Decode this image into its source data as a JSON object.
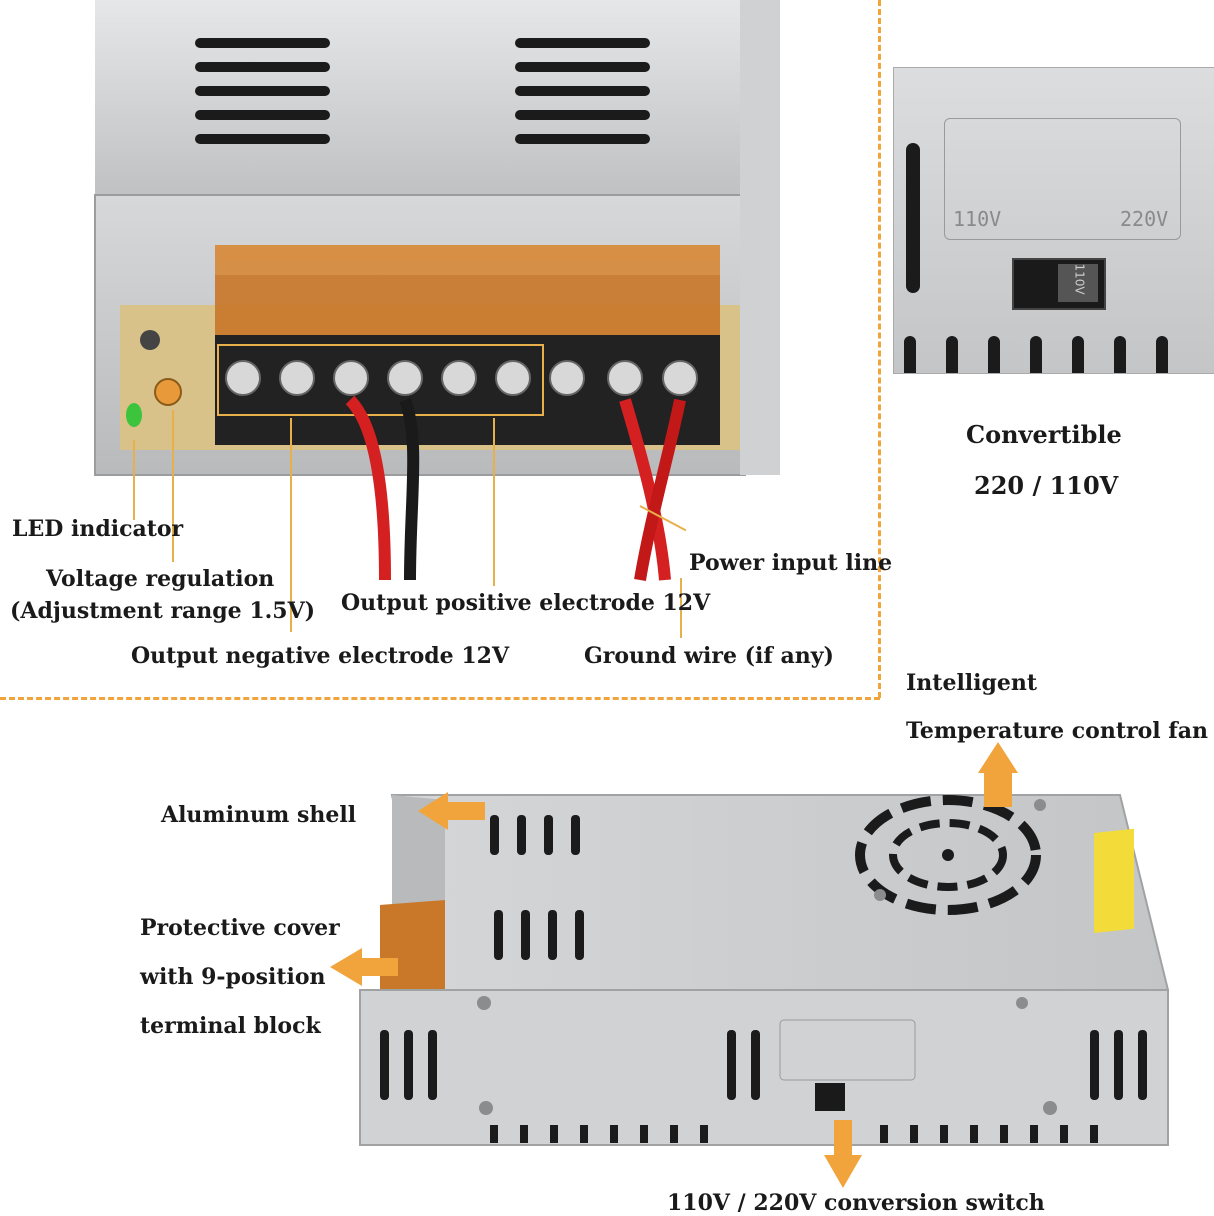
{
  "top_right": {
    "title_line1": "Convertible",
    "title_line2": "220 / 110V",
    "switch_label": "110V",
    "selector_110": "110V",
    "selector_220": "220V"
  },
  "callouts": {
    "led_indicator": "LED indicator",
    "voltage_regulation": "Voltage regulation",
    "adjustment_range": "(Adjustment range 1.5V)",
    "output_positive": "Output positive electrode 12V",
    "output_negative": "Output negative electrode 12V",
    "power_input": "Power input line",
    "ground_wire": "Ground wire (if any)"
  },
  "bottom": {
    "fan_line1": "Intelligent",
    "fan_line2": "Temperature control fan",
    "aluminum_shell": "Aluminum shell",
    "cover_line1": "Protective cover",
    "cover_line2": "with 9-position",
    "cover_line3": "terminal block",
    "conversion_switch": "110V / 220V conversion switch"
  },
  "colors": {
    "accent": "#f2a43c",
    "metal": "#c9cbcd",
    "cover": "#c9782a",
    "terminal": "#222222",
    "wire_red": "#d42020",
    "wire_black": "#1a1a1a",
    "pcb": "#d9c28a",
    "led": "#3cc43c"
  }
}
